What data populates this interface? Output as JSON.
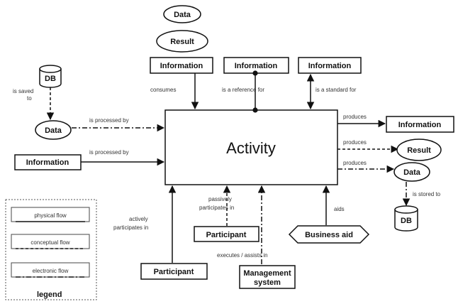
{
  "center": "Activity",
  "nodes": {
    "data_top": "Data",
    "result_top": "Result",
    "info_top1": "Information",
    "info_top2": "Information",
    "info_top3": "Information",
    "db_left": "DB",
    "data_left": "Data",
    "info_left": "Information",
    "info_right": "Information",
    "result_right": "Result",
    "data_right": "Data",
    "db_right": "DB",
    "participant_mid": "Participant",
    "participant_bottom": "Participant",
    "business_aid": "Business aid",
    "management_line1": "Management",
    "management_line2": "system"
  },
  "edges": {
    "consumes": "consumes",
    "is_reference_for": "is a reference for",
    "is_standard_for": "is a standard for",
    "is_saved_to_l1": "is saved",
    "is_saved_to_l2": "to",
    "is_processed_by_1": "is processed by",
    "is_processed_by_2": "is processed by",
    "produces_1": "produces",
    "produces_2": "produces",
    "produces_3": "produces",
    "is_stored_to": "is stored to",
    "actively_participates_l1": "actively",
    "actively_participates_l2": "participates in",
    "passively_participates_l1": "passively",
    "passively_participates_l2": "participates in",
    "aids": "aids",
    "executes_assists": "executes / assists in"
  },
  "legend": {
    "title": "legend",
    "items": [
      "physical flow",
      "conceptual flow",
      "electronic flow"
    ]
  }
}
